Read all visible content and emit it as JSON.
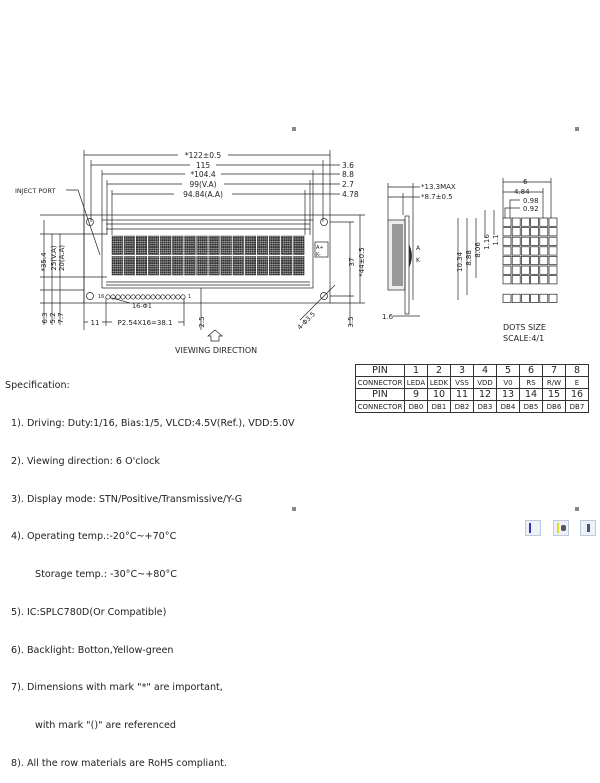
{
  "drawing": {
    "inject_port": "INJECT PORT",
    "dims_top": [
      "*122±0.5",
      "115",
      "*104.4",
      "99(V.A)",
      "94.84(A.A)"
    ],
    "dims_right_top": [
      "3.6",
      "8.8",
      "2.7",
      "4.78"
    ],
    "dims_left": [
      "*35.4",
      "25(V.A)",
      "20(A.A)"
    ],
    "dims_bottom_left": [
      "6.3",
      "5.2",
      "7.7"
    ],
    "dim_11": "11",
    "pitch": "P2.54X16=38.1",
    "pin_holes": "16-Φ1",
    "dim_2_5": "2.5",
    "dim_37": "37",
    "dim_44": "*44±0.5",
    "dim_3_5": "3.5",
    "mount_holes": "4-Φ3.5",
    "pin_16": "16",
    "pin_1": "1",
    "anode": "A+",
    "cathode": "K-",
    "viewing_direction": "VIEWING DIRECTION",
    "side_dims": [
      "*13.3MAX",
      "*8.7±0.5",
      "1.6"
    ],
    "side_a": "A",
    "side_k": "K",
    "dots_dims_top": [
      "6",
      "4.84",
      "0.98",
      "0.92"
    ],
    "dots_dims_left": [
      "10.34",
      "8.88",
      "8.06",
      "1.16",
      "1.1"
    ],
    "dots_size": "DOTS SIZE",
    "scale": "SCALE:4/1"
  },
  "specification": {
    "title": "Specification:",
    "lines": [
      "1). Driving: Duty:1/16, Bias:1/5, VLCD:4.5V(Ref.), VDD:5.0V",
      "2). Viewing direction: 6 O'clock",
      "3). Display mode: STN/Positive/Transmissive/Y-G",
      "4). Operating temp.:-20°C~+70°C",
      "Storage temp.: -30°C~+80°C",
      "5). IC:SPLC780D(Or Compatible)",
      "6). Backlight: Botton,Yellow-green",
      "7). Dimensions with mark \"*\" are important,",
      "with mark \"()\" are referenced",
      "8). All the row materials are RoHS compliant."
    ]
  },
  "pin_table": {
    "pin_label": "PIN",
    "connector_label": "CONNECTOR",
    "row1_pins": [
      "1",
      "2",
      "3",
      "4",
      "5",
      "6",
      "7",
      "8"
    ],
    "row1_conn": [
      "LEDA",
      "LEDK",
      "VSS",
      "VDD",
      "V0",
      "RS",
      "R/W",
      "E"
    ],
    "row2_pins": [
      "9",
      "10",
      "11",
      "12",
      "13",
      "14",
      "15",
      "16"
    ],
    "row2_conn": [
      "DB0",
      "DB1",
      "DB2",
      "DB3",
      "DB4",
      "DB5",
      "DB6",
      "DB7"
    ]
  }
}
